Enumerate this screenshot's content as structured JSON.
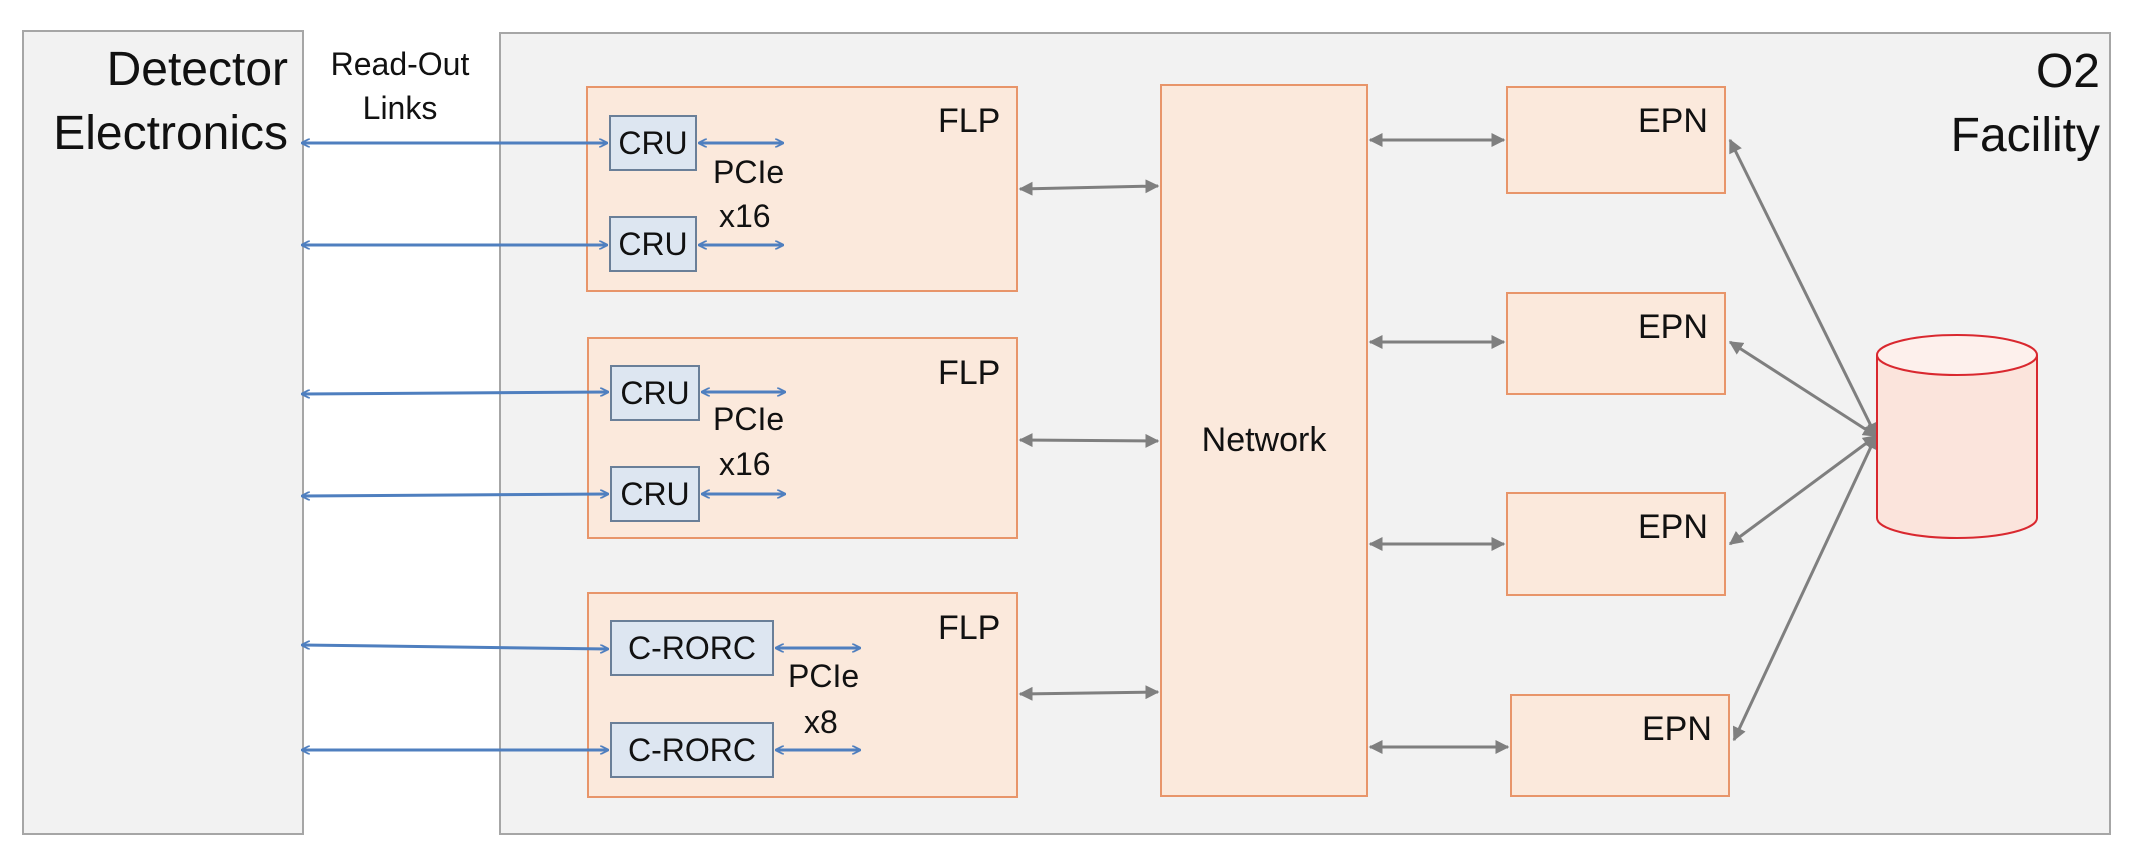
{
  "detector": {
    "line1": "Detector",
    "line2": "Electronics"
  },
  "readout": {
    "line1": "Read-Out",
    "line2": "Links"
  },
  "facility": {
    "line1": "O2",
    "line2": "Facility"
  },
  "flp_label": "FLP",
  "network_label": "Network",
  "epn_label": "EPN",
  "flps": [
    {
      "cards": [
        "CRU",
        "CRU"
      ],
      "pcie": "PCIe",
      "lanes": "x16"
    },
    {
      "cards": [
        "CRU",
        "CRU"
      ],
      "pcie": "PCIe",
      "lanes": "x16"
    },
    {
      "cards": [
        "C-RORC",
        "C-RORC"
      ],
      "pcie": "PCIe",
      "lanes": "x8"
    }
  ],
  "colors": {
    "panel_bg": "#f2f2f2",
    "box_fill": "#fbe9dc",
    "box_border": "#e8956a",
    "card_fill": "#dde6f1",
    "link_blue": "#4f7fbf",
    "network_grey": "#7f7f7f",
    "storage_border": "#d9282f"
  },
  "storage_icon": "database-cylinder-icon"
}
